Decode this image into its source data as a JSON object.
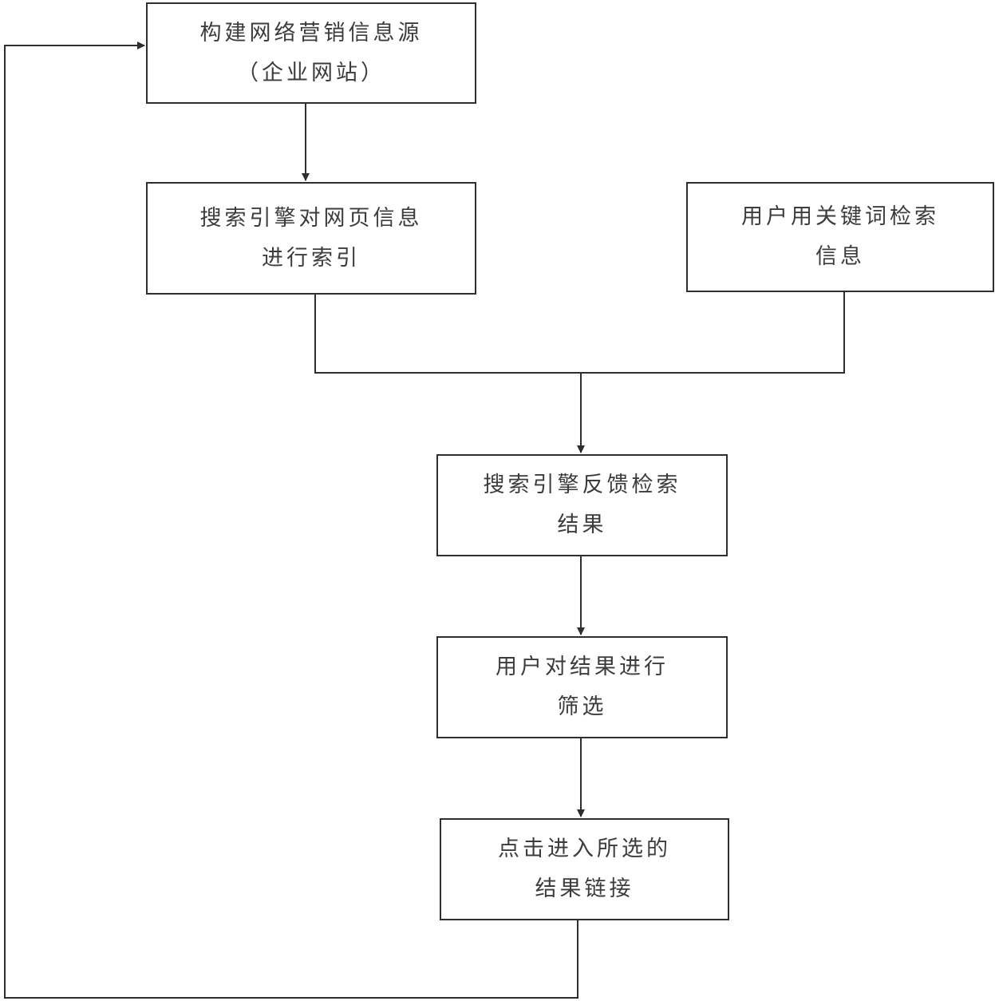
{
  "flowchart": {
    "nodes": {
      "build_source": {
        "line1": "构建网络营销信息源",
        "line2": "（企业网站）"
      },
      "engine_index": {
        "line1": "搜索引擎对网页信息",
        "line2": "进行索引"
      },
      "user_keyword_search": {
        "line1": "用户用关键词检索",
        "line2": "信息"
      },
      "engine_feedback": {
        "line1": "搜索引擎反馈检索",
        "line2": "结果"
      },
      "user_filter": {
        "line1": "用户对结果进行",
        "line2": "筛选"
      },
      "click_link": {
        "line1": "点击进入所选的",
        "line2": "结果链接"
      }
    },
    "edges": [
      {
        "from": "build_source",
        "to": "engine_index"
      },
      {
        "from": "engine_index",
        "to": "engine_feedback"
      },
      {
        "from": "user_keyword_search",
        "to": "engine_feedback"
      },
      {
        "from": "engine_feedback",
        "to": "user_filter"
      },
      {
        "from": "user_filter",
        "to": "click_link"
      },
      {
        "from": "click_link",
        "to": "build_source"
      }
    ],
    "line_color": "#2e2e2e"
  }
}
